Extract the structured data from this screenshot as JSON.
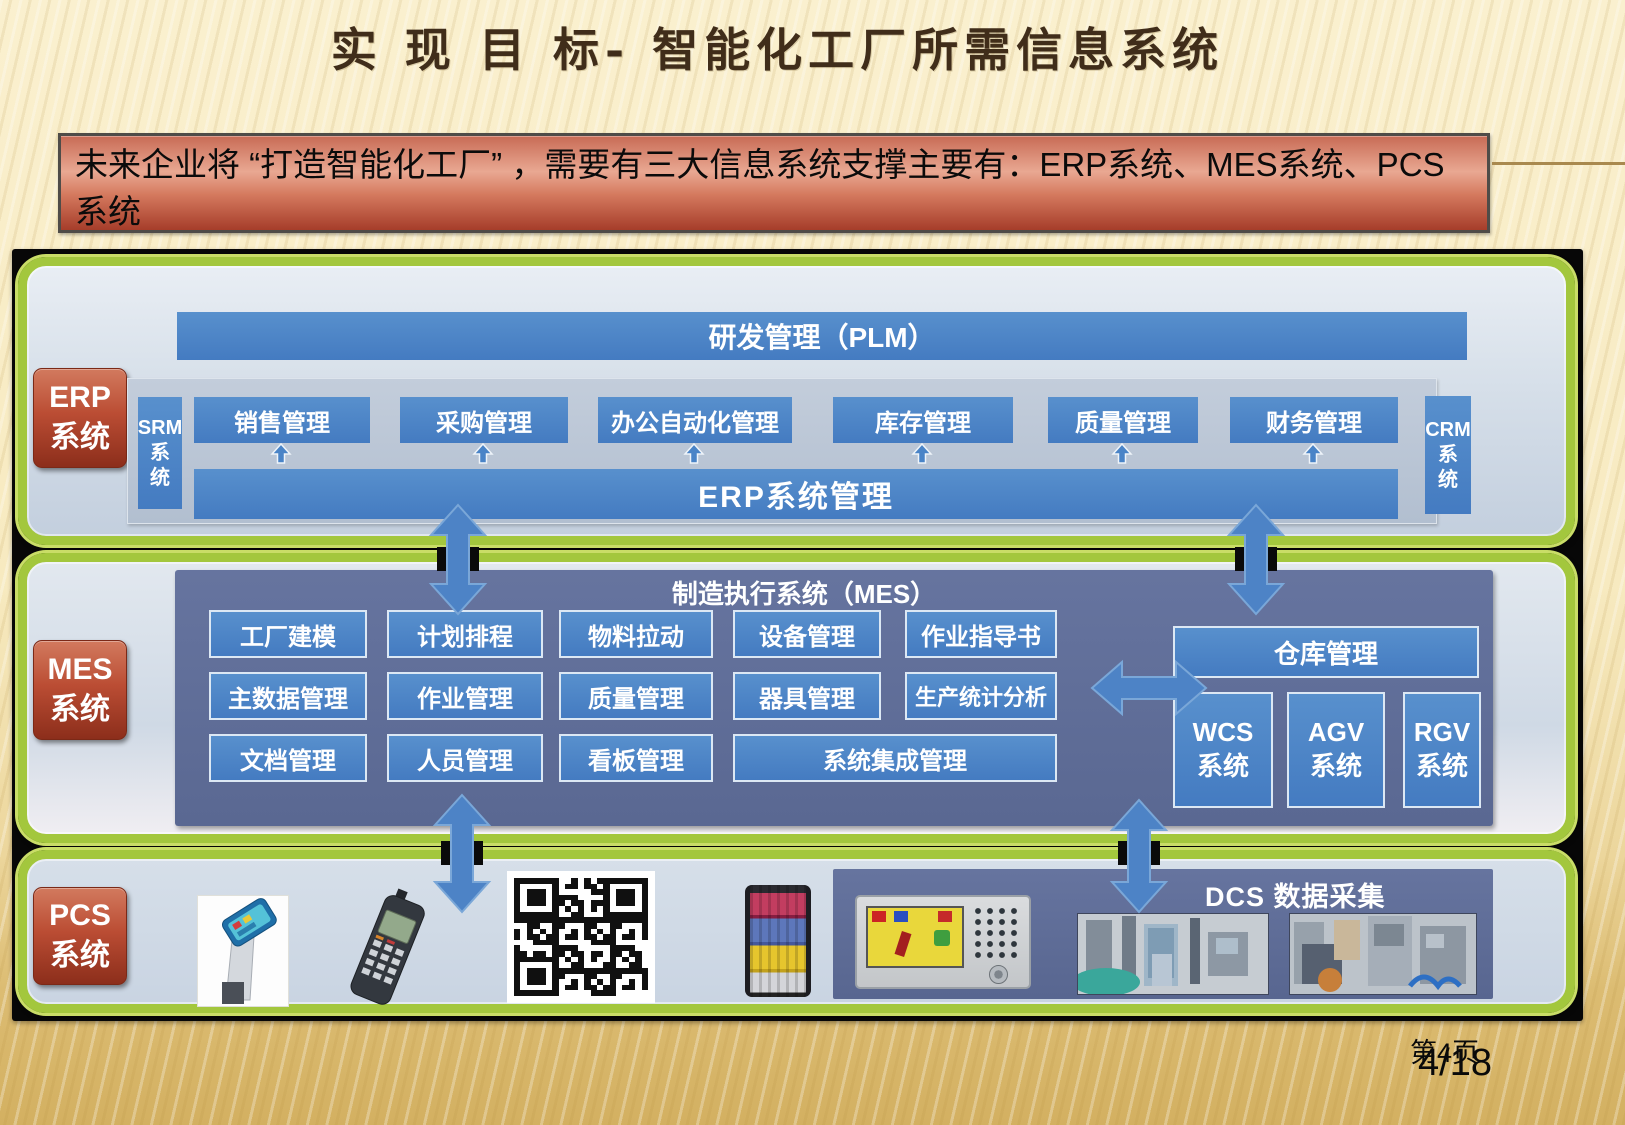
{
  "page": {
    "title": "实 现  目 标- 智能化工厂所需信息系统",
    "page_label": "第4页",
    "page_number": "4/18"
  },
  "banner": {
    "text": "未来企业将 “打造智能化工厂” ，需要有三大信息系统支撑主要有：ERP系统、MES系统、PCS系统"
  },
  "erp": {
    "label": [
      "ERP",
      "系统"
    ],
    "plm_bar": "研发管理（PLM）",
    "srm": [
      "SRM",
      "系",
      "统"
    ],
    "crm": [
      "CRM",
      "系",
      "统"
    ],
    "modules": [
      "销售管理",
      "采购管理",
      "办公自动化管理",
      "库存管理",
      "质量管理",
      "财务管理"
    ],
    "erp_bar": "ERP系统管理"
  },
  "mes": {
    "label": [
      "MES",
      "系统"
    ],
    "header": "制造执行系统（MES）",
    "row1": [
      "工厂建模",
      "计划排程",
      "物料拉动",
      "设备管理",
      "作业指导书"
    ],
    "row2": [
      "主数据管理",
      "作业管理",
      "质量管理",
      "器具管理",
      "生产统计分析"
    ],
    "row3": [
      "文档管理",
      "人员管理",
      "看板管理"
    ],
    "integration": "系统集成管理",
    "warehouse": "仓库管理",
    "subsystems": [
      [
        "WCS",
        "系统"
      ],
      [
        "AGV",
        "系统"
      ],
      [
        "RGV",
        "系统"
      ]
    ]
  },
  "pcs": {
    "label": [
      "PCS",
      "系统"
    ],
    "dcs_label": "DCS 数据采集",
    "images": [
      "touch-kiosk",
      "handheld-scanner",
      "qr-code",
      "cable-coils",
      "hmi-panel",
      "factory-photo-1",
      "factory-photo-2"
    ]
  },
  "colors": {
    "module_blue": "#4a82c6",
    "border_green": "#a3c73d",
    "label_red": "#b04a33",
    "panel_slate": "#5e6c98",
    "banner_red": "#c06a52"
  }
}
